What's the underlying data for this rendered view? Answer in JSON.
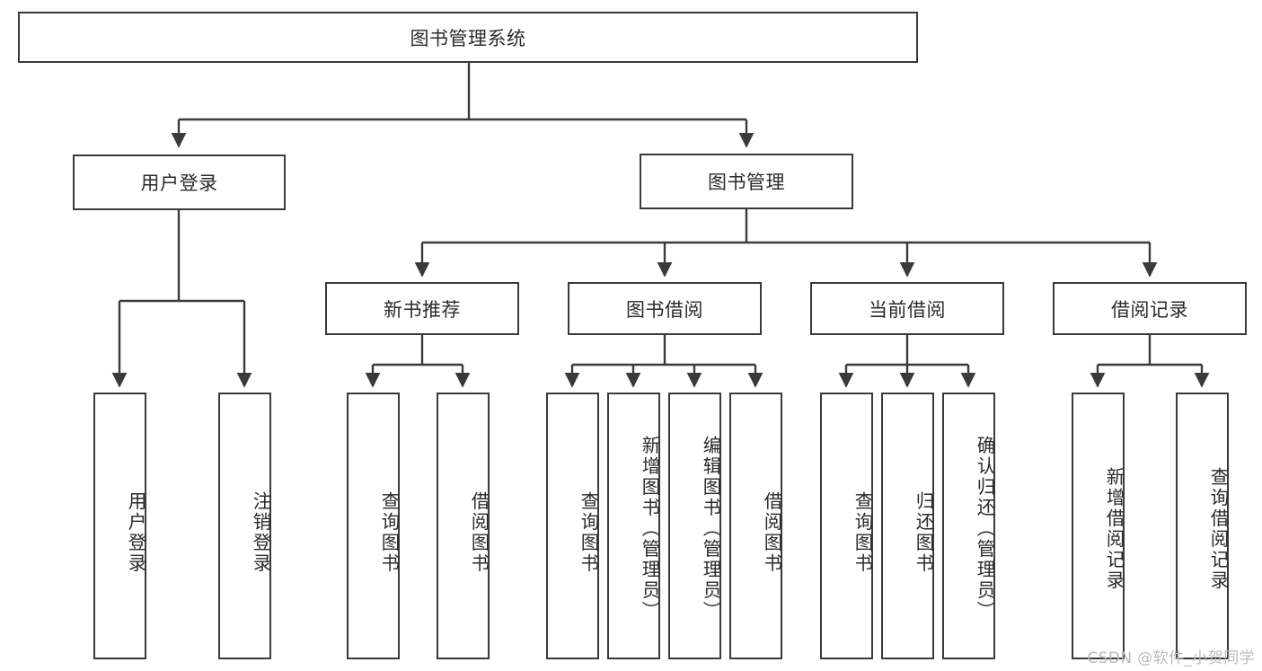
{
  "diagram": {
    "type": "hierarchy-tree",
    "title": "图书管理系统",
    "root": {
      "id": "root",
      "label": "图书管理系统"
    },
    "level2": [
      {
        "id": "user-login",
        "label": "用户登录"
      },
      {
        "id": "book-manage",
        "label": "图书管理"
      }
    ],
    "level3": [
      {
        "id": "new-book-recommend",
        "label": "新书推荐"
      },
      {
        "id": "book-borrow",
        "label": "图书借阅"
      },
      {
        "id": "current-borrow",
        "label": "当前借阅"
      },
      {
        "id": "borrow-record",
        "label": "借阅记录"
      }
    ],
    "leaves": {
      "user_login": [
        {
          "id": "leaf-user-login",
          "label": "用户登录"
        },
        {
          "id": "leaf-logout",
          "label": "注销登录"
        }
      ],
      "new_book_recommend": [
        {
          "id": "leaf-query-book-1",
          "label": "查询图书"
        },
        {
          "id": "leaf-borrow-book-1",
          "label": "借阅图书"
        }
      ],
      "book_borrow": [
        {
          "id": "leaf-query-book-2",
          "label": "查询图书"
        },
        {
          "id": "leaf-add-book",
          "label": "新增图书（管理员）"
        },
        {
          "id": "leaf-edit-book",
          "label": "编辑图书（管理员）"
        },
        {
          "id": "leaf-borrow-book-2",
          "label": "借阅图书"
        }
      ],
      "current_borrow": [
        {
          "id": "leaf-query-book-3",
          "label": "查询图书"
        },
        {
          "id": "leaf-return-book",
          "label": "归还图书"
        },
        {
          "id": "leaf-confirm-return",
          "label": "确认归还（管理员）"
        }
      ],
      "borrow_record": [
        {
          "id": "leaf-add-record",
          "label": "新增借阅记录"
        },
        {
          "id": "leaf-query-record",
          "label": "查询借阅记录"
        }
      ]
    },
    "watermark": "CSDN @软件_小贺同学",
    "colors": {
      "stroke": "#3a3a3a",
      "background": "#ffffff",
      "text": "#2b2b2b",
      "watermark": "#b9b9b9"
    }
  }
}
